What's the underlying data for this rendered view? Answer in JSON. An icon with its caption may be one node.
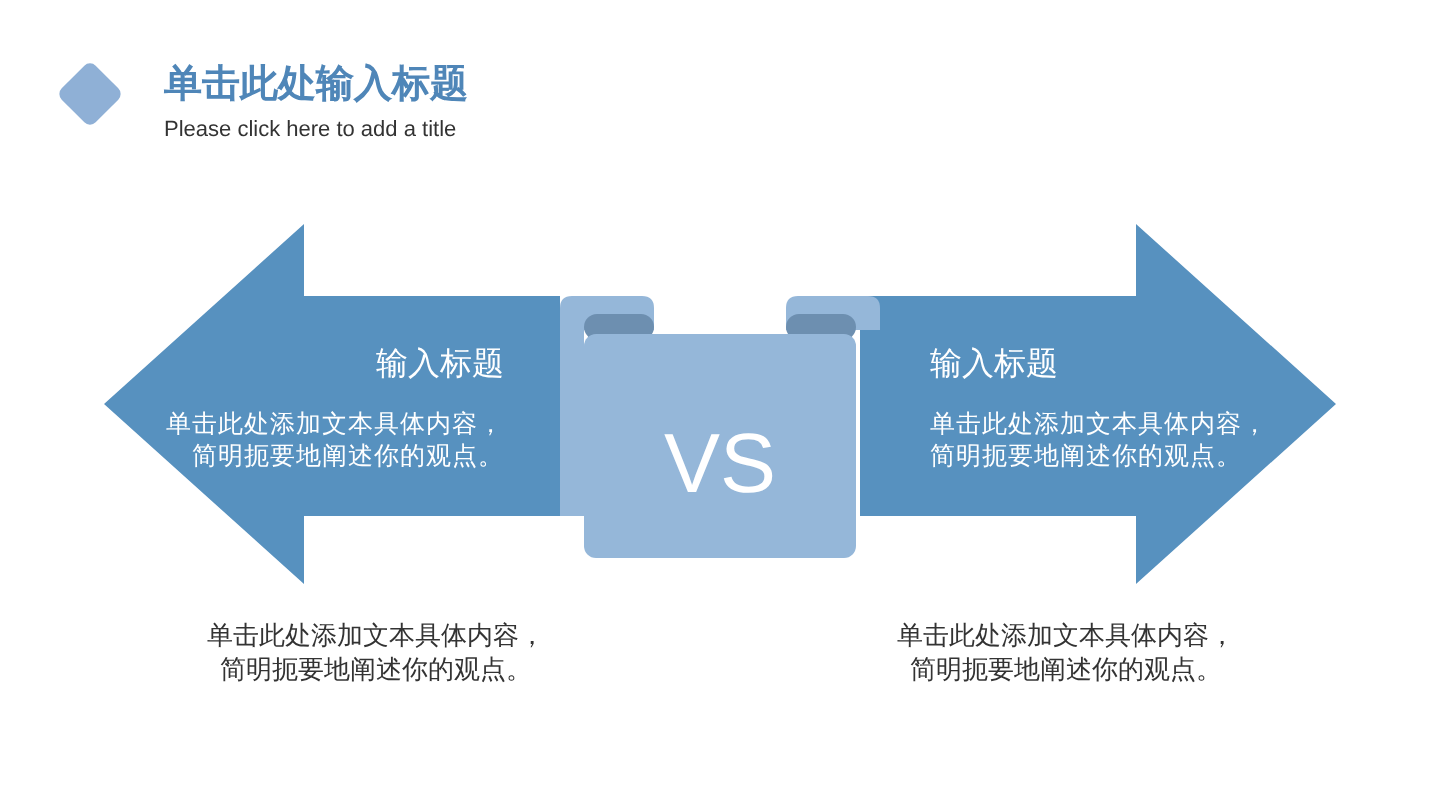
{
  "diagram": {
    "title": "单击此处输入标题",
    "nodes": [
      {
        "text": [
          "输入标题",
          "单击此处添加文本具体内容，简明扼要地阐述你的观点。"
        ]
      },
      {
        "text": [
          "VS"
        ]
      },
      {
        "text": [
          "输入标题",
          "单击此处添加文本具体内容，简明扼要地阐述你的观点。"
        ]
      }
    ],
    "labels": [
      "Please click here to add a title",
      "单击此处添加文本具体内容，简明扼要地阐述你的观点。",
      "单击此处添加文本具体内容，简明扼要地阐述你的观点。"
    ]
  }
}
